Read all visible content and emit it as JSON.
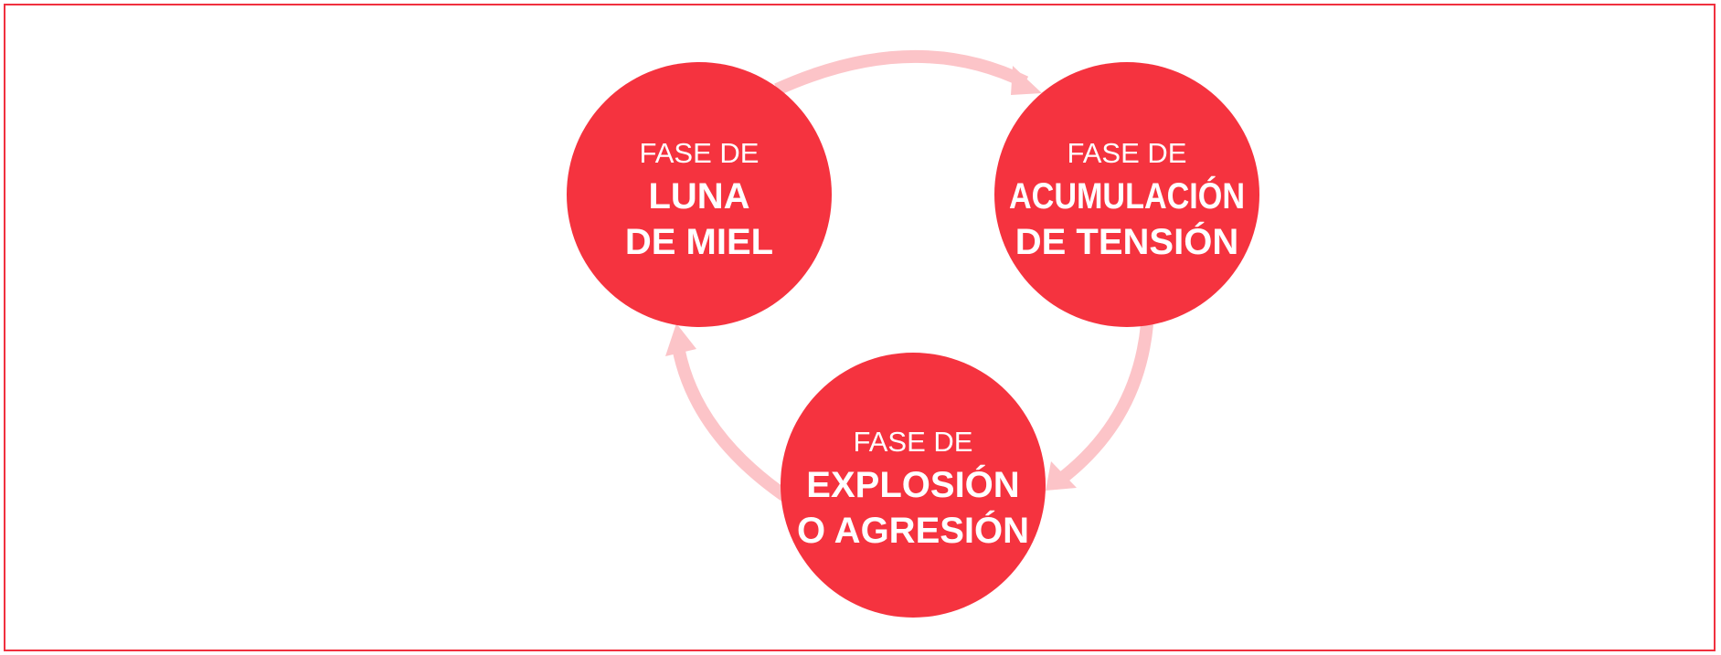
{
  "colors": {
    "frame": "#f0313f",
    "circle": "#f5333f",
    "arrow": "#fcc4c8",
    "text": "#ffffff"
  },
  "phases": [
    {
      "prefix": "FASE DE",
      "line1": "LUNA",
      "line2": "DE MIEL"
    },
    {
      "prefix": "FASE DE",
      "line1": "ACUMULACIÓN",
      "line2": "DE TENSIÓN"
    },
    {
      "prefix": "FASE DE",
      "line1": "EXPLOSIÓN",
      "line2": "O AGRESIÓN"
    }
  ]
}
